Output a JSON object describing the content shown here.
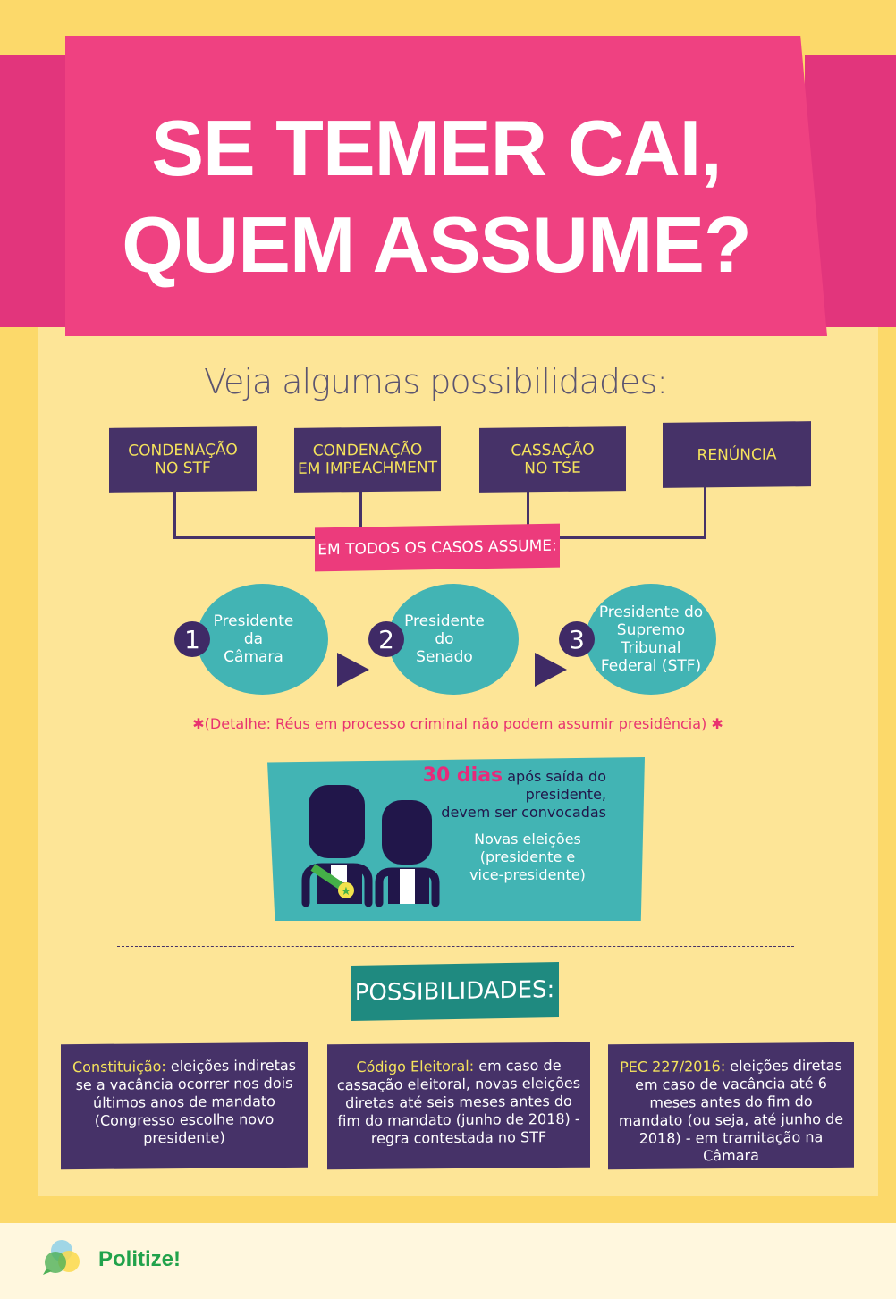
{
  "title": {
    "line1": "SE TEMER CAI,",
    "line2": "QUEM ASSUME?"
  },
  "subtitle": "Veja algumas possibilidades:",
  "causes": [
    {
      "line1": "CONDENAÇÃO",
      "line2": "NO STF"
    },
    {
      "line1": "CONDENAÇÃO",
      "line2": "EM IMPEACHMENT"
    },
    {
      "line1": "CASSAÇÃO",
      "line2": "NO TSE"
    },
    {
      "line1": "RENÚNCIA",
      "line2": ""
    }
  ],
  "all_cases_label": "EM TODOS OS CASOS ASSUME:",
  "successors": [
    {
      "number": "1",
      "label": "Presidente da Câmara"
    },
    {
      "number": "2",
      "label": "Presidente do Senado"
    },
    {
      "number": "3",
      "label": "Presidente do Supremo Tribunal Federal (STF)"
    }
  ],
  "note": "(Detalhe: Réus em  processo criminal  não podem  assumir presidência)",
  "elections": {
    "days": "30 dias",
    "after": "após saída do presidente,",
    "after2": "devem ser convocadas",
    "new": "Novas eleições",
    "new2": "(presidente e",
    "new3": "vice-presidente)"
  },
  "possibilities_title": "POSSIBILIDADES:",
  "possibilities": [
    {
      "source": "Constituição:",
      "text": " eleições indiretas se a vacância ocorrer nos dois últimos anos de mandato (Congresso escolhe novo presidente)"
    },
    {
      "source": "Código Eleitoral:",
      "text": " em caso de cassação eleitoral, novas eleições diretas até seis meses antes do fim do mandato (junho de 2018) - regra contestada no STF"
    },
    {
      "source": "PEC 227/2016:",
      "text": " eleições diretas em caso de vacância até 6 meses antes do fim do mandato (ou seja, até junho de 2018) - em tramitação na Câmara"
    }
  ],
  "footer": {
    "brand": "Politize!"
  }
}
